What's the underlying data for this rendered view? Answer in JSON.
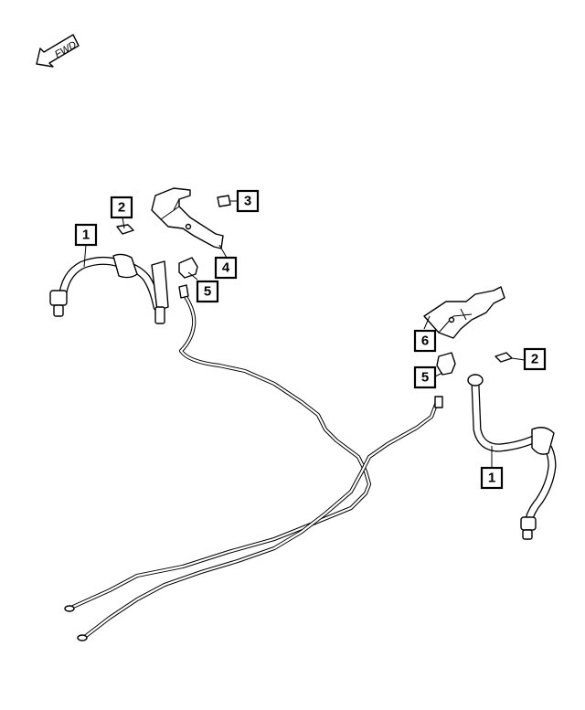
{
  "fwd_indicator": {
    "label": "FWD"
  },
  "callouts": [
    {
      "id": "callout-1-left",
      "number": "1"
    },
    {
      "id": "callout-2-left",
      "number": "2"
    },
    {
      "id": "callout-3",
      "number": "3"
    },
    {
      "id": "callout-4",
      "number": "4"
    },
    {
      "id": "callout-5-left",
      "number": "5"
    },
    {
      "id": "callout-6",
      "number": "6"
    },
    {
      "id": "callout-5-right",
      "number": "5"
    },
    {
      "id": "callout-2-right",
      "number": "2"
    },
    {
      "id": "callout-1-right",
      "number": "1"
    }
  ]
}
